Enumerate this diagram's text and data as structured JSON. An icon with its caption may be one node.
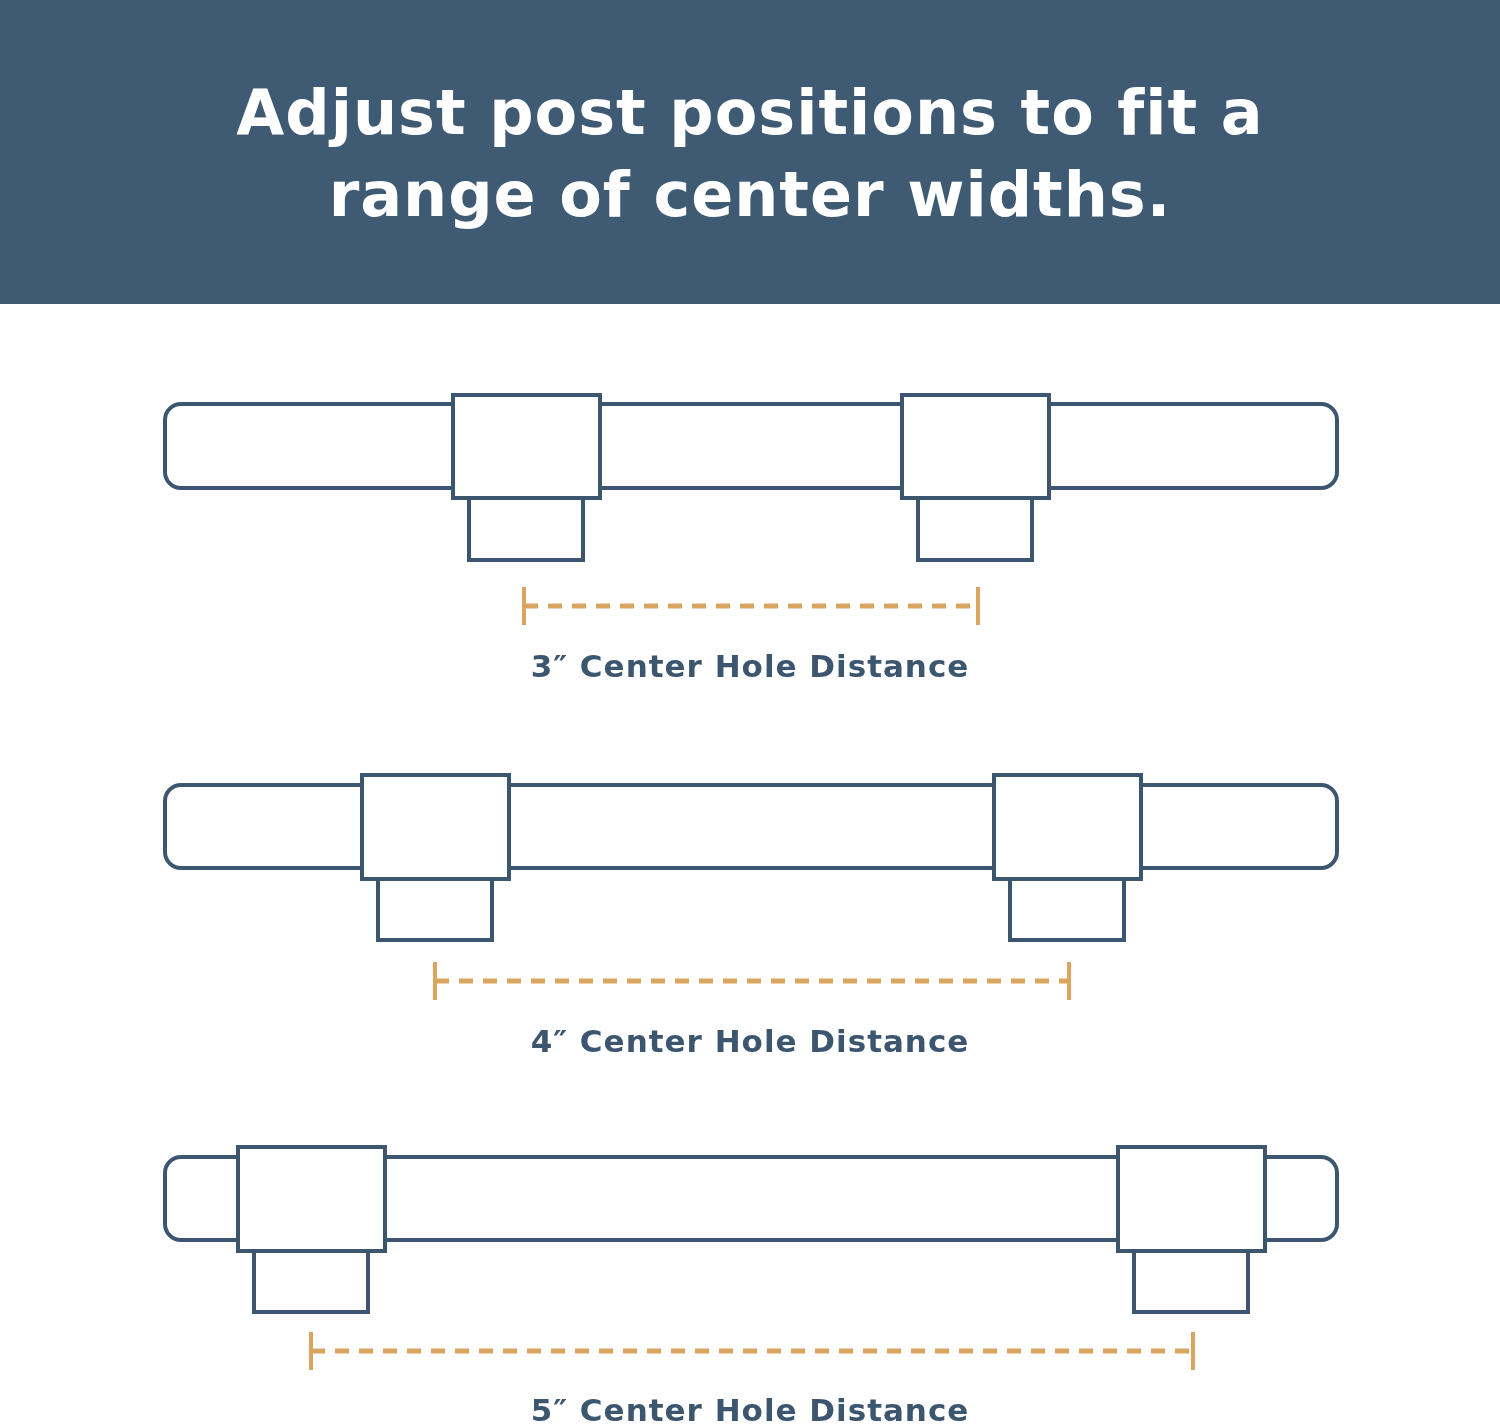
{
  "diagram": {
    "title": "Adjust post positions to fit a range of center widths.",
    "labels": [
      "3″ Center Hole Distance",
      "4″ Center Hole Distance",
      "5″ Center Hole Distance"
    ]
  }
}
